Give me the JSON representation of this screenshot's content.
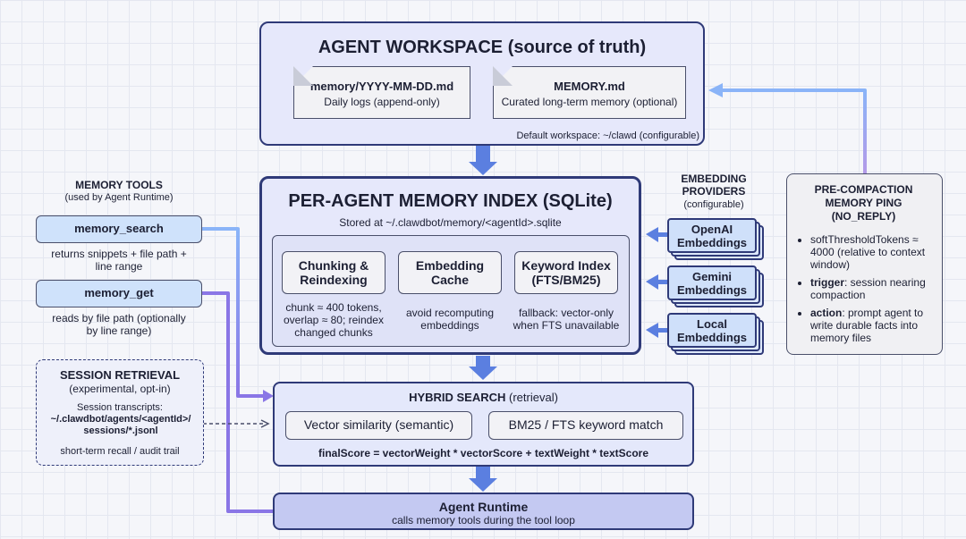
{
  "workspace": {
    "title": "AGENT WORKSPACE (source of truth)",
    "doc1_title": "memory/YYYY-MM-DD.md",
    "doc1_sub": "Daily logs (append-only)",
    "doc2_title": "MEMORY.md",
    "doc2_sub": "Curated long-term memory (optional)",
    "footer": "Default workspace: ~/clawd (configurable)"
  },
  "index": {
    "title": "PER-AGENT MEMORY INDEX (SQLite)",
    "subtitle": "Stored at ~/.clawdbot/memory/<agentId>.sqlite",
    "box1_title": "Chunking & Reindexing",
    "box1_note": "chunk ≈ 400 tokens, overlap ≈ 80; reindex changed chunks",
    "box2_title": "Embedding Cache",
    "box2_note": "avoid recomputing embeddings",
    "box3_title": "Keyword Index (FTS/BM25)",
    "box3_note": "fallback: vector-only when FTS unavailable"
  },
  "tools": {
    "header": "MEMORY TOOLS",
    "subheader": "(used by Agent Runtime)",
    "search_label": "memory_search",
    "search_note": "returns snippets + file path + line range",
    "get_label": "memory_get",
    "get_note": "reads by file path (optionally by line range)"
  },
  "session": {
    "title": "SESSION RETRIEVAL",
    "subtitle": "(experimental, opt-in)",
    "transcripts_label": "Session transcripts:",
    "path": "~/.clawdbot/agents/<agentId>/ sessions/*.jsonl",
    "footer": "short-term recall / audit trail"
  },
  "providers": {
    "header": "EMBEDDING PROVIDERS",
    "subheader": "(configurable)",
    "items": [
      "OpenAI Embeddings",
      "Gemini Embeddings",
      "Local Embeddings"
    ]
  },
  "ping": {
    "title": "PRE-COMPACTION MEMORY PING (NO_REPLY)",
    "bullet1": "softThresholdTokens ≈ 4000 (relative to context window)",
    "bullet2_key": "trigger",
    "bullet2_rest": ": session nearing compaction",
    "bullet3_key": "action",
    "bullet3_rest": ": prompt agent to write durable facts into memory files"
  },
  "hybrid": {
    "title": "HYBRID SEARCH",
    "title_suffix": " (retrieval)",
    "pill1": "Vector similarity (semantic)",
    "pill2": "BM25 / FTS keyword match",
    "formula": "finalScore = vectorWeight * vectorScore + textWeight * textScore"
  },
  "runtime": {
    "title": "Agent Runtime",
    "subtitle": "calls memory tools during the tool loop"
  },
  "colors": {
    "panel_fill": "#e6e8fb",
    "border": "#2f3a78",
    "arrow_blue": "#5b7fe0",
    "wire_light": "#8ab4f8",
    "wire_purple": "#8a76e6"
  }
}
